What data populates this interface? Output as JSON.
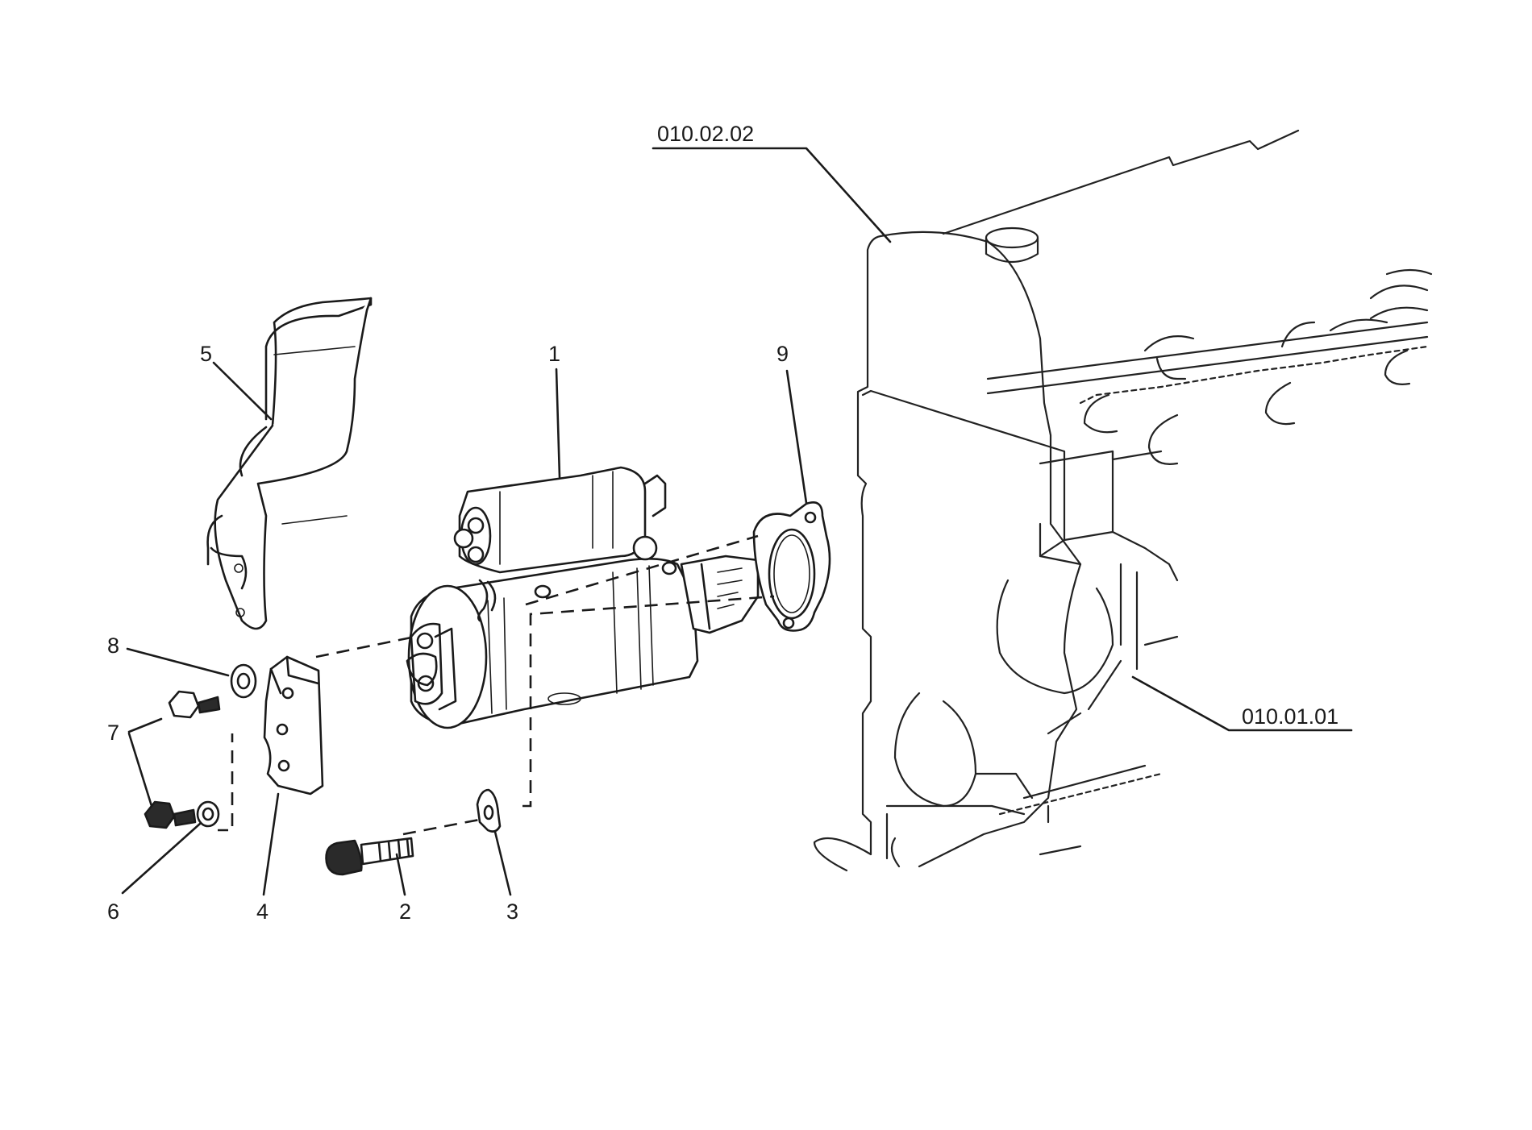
{
  "callouts": {
    "ref_upper": "010.02.02",
    "ref_lower": "010.01.01",
    "p1": "1",
    "p2": "2",
    "p3": "3",
    "p4": "4",
    "p5": "5",
    "p6": "6",
    "p7": "7",
    "p8": "8",
    "p9": "9"
  }
}
